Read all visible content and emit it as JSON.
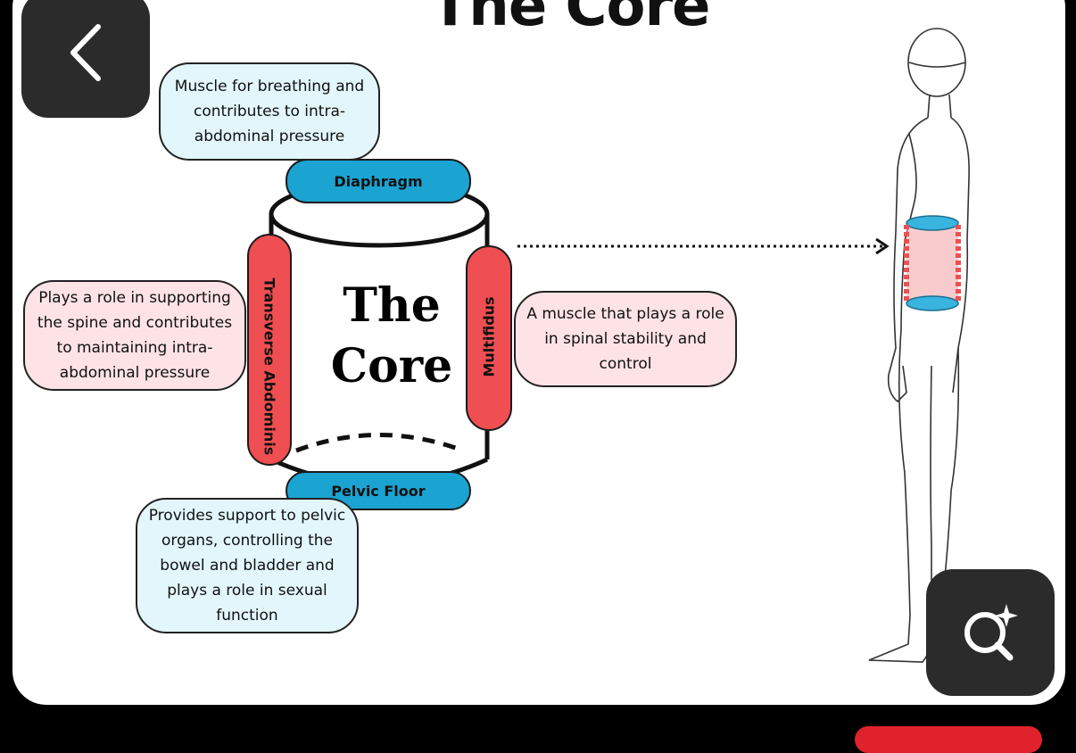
{
  "title": "The Core",
  "core_label_line1": "The",
  "core_label_line2": "Core",
  "pills": {
    "diaphragm": "Diaphragm",
    "pelvic_floor": "Pelvic Floor",
    "transverse": "Transverse Abdominis",
    "multifidus": "Multifidus"
  },
  "bubbles": {
    "diaphragm": "Muscle for breathing and contributes to intra-abdominal pressure",
    "transverse": "Plays a role in supporting the spine and contributes to maintaining intra-abdominal pressure",
    "multifidus": "A muscle that plays a role in spinal stability and control",
    "pelvic_floor": "Provides support to pelvic organs, controlling the bowel and bladder and plays a role in sexual function"
  },
  "icons": {
    "back": "chevron-left-icon",
    "lens": "visual-search-icon"
  },
  "colors": {
    "blue_pill": "#1ba3d2",
    "red_pill": "#ef4f52",
    "blue_bubble": "#e2f6fb",
    "pink_bubble": "#fde3e5",
    "button_bg": "#2b2b2b"
  }
}
